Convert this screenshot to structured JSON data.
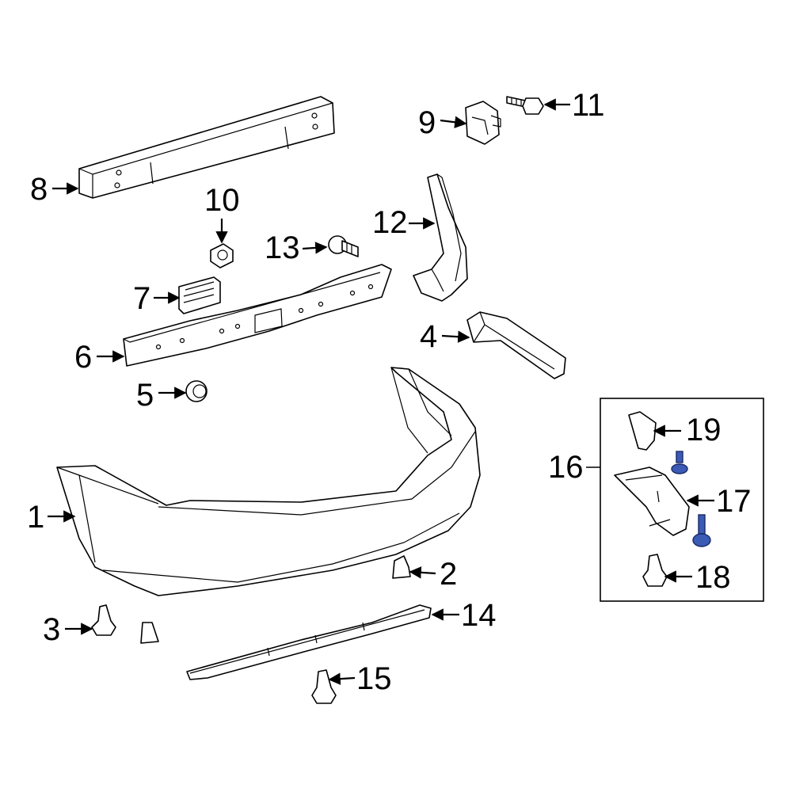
{
  "colors": {
    "background": "#ffffff",
    "line": "#000000",
    "highlight": "#3b5bb5"
  },
  "callouts": {
    "c1": "1",
    "c2": "2",
    "c3": "3",
    "c4": "4",
    "c5": "5",
    "c6": "6",
    "c7": "7",
    "c8": "8",
    "c9": "9",
    "c10": "10",
    "c11": "11",
    "c12": "12",
    "c13": "13",
    "c14": "14",
    "c15": "15",
    "c16": "16",
    "c17": "17",
    "c18": "18",
    "c19": "19"
  }
}
